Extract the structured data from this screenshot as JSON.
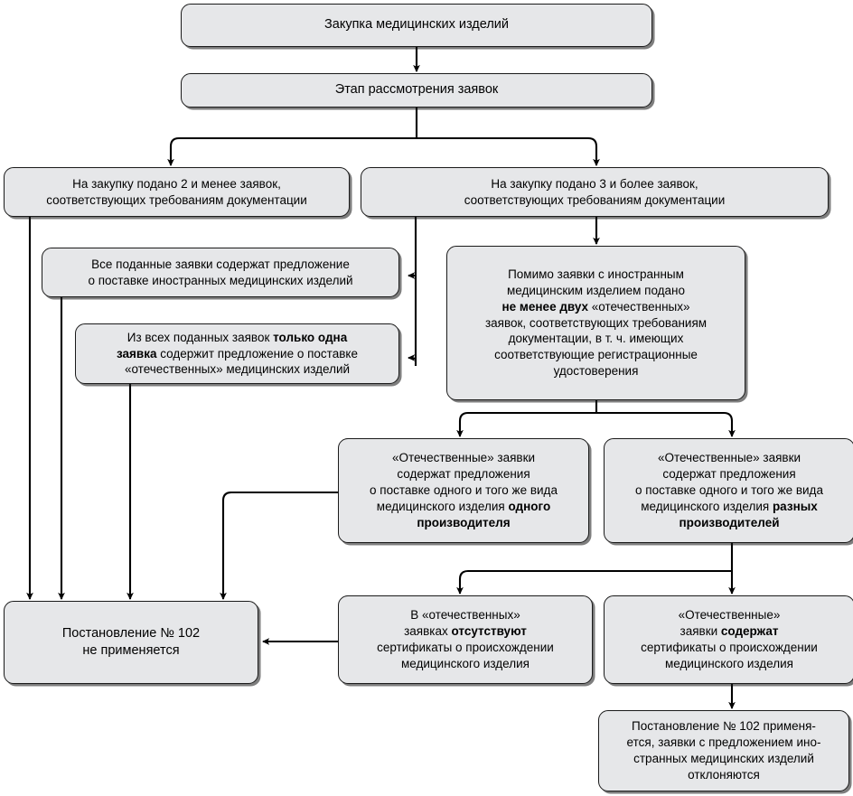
{
  "diagram": {
    "title": "Закупка медицинских изделий",
    "colors": {
      "node_fill": "#e6e7e9",
      "node_border": "#1a1a1a",
      "edge": "#000000",
      "background": "#ffffff"
    },
    "nodes": {
      "purchase": {
        "id": "purchase",
        "label": "Закупка медицинских изделий",
        "lines": [
          "Закупка медицинских изделий"
        ]
      },
      "review_stage": {
        "id": "review_stage",
        "label": "Этап рассмотрения заявок",
        "lines": [
          "Этап рассмотрения заявок"
        ]
      },
      "bids_two_or_less": {
        "id": "bids_two_or_less",
        "label": "На закупку подано 2 и менее заявок, соответствующих требованиям документации",
        "lines": [
          "На закупку подано 2 и менее заявок,",
          "соответствующих требованиям документации"
        ]
      },
      "bids_three_or_more": {
        "id": "bids_three_or_more",
        "label": "На закупку подано 3 и более заявок, соответствующих требованиям документации",
        "lines": [
          "На закупку подано 3 и более заявок,",
          "соответствующих требованиям документации"
        ]
      },
      "all_foreign": {
        "id": "all_foreign",
        "label": "Все поданные заявки содержат предложение о поставке иностранных медицинских изделий",
        "lines": [
          "Все поданные заявки содержат предложение",
          "о поставке иностранных медицинских изделий"
        ]
      },
      "only_one_domestic": {
        "id": "only_one_domestic",
        "label": "Из всех поданных заявок только одна заявка содержит предложение о поставке «отечественных» медицинских изделий",
        "html": "Из всех поданных заявок <b>только одна</b>\n<b>заявка</b> содержит предложение о поставке\n«отечественных» медицинских изделий"
      },
      "at_least_two_domestic": {
        "id": "at_least_two_domestic",
        "label": "Помимо заявки с иностранным медицинским изделием подано не менее двух «отечественных» заявок, соответствующих требованиям документации, в т. ч. имеющих соответствующие регистрационные удостоверения",
        "html": "Помимо заявки с иностранным\nмедицинским изделием подано\n<b>не менее двух</b> «отечественных»\nзаявок, соответствующих требованиям\nдокументации, в т. ч. имеющих\nсоответствующие регистрационные\nудостоверения"
      },
      "same_manufacturer": {
        "id": "same_manufacturer",
        "label": "«Отечественные» заявки содержат предложения о поставке одного и того же вида медицинского изделия одного производителя",
        "html": "«Отечественные» заявки\nсодержат предложения\nо поставке одного и того же вида\nмедицинского изделия <b>одного</b>\n<b>производителя</b>"
      },
      "different_manufacturers": {
        "id": "different_manufacturers",
        "label": "«Отечественные» заявки содержат предложения о поставке одного и того же вида медицинского изделия разных производителей",
        "html": "«Отечественные» заявки\nсодержат предложения\nо поставке одного и того же вида\nмедицинского изделия <b>разных</b>\n<b>производителей</b>"
      },
      "resolution_not_applied": {
        "id": "resolution_not_applied",
        "label": "Постановление № 102 не применяется",
        "lines": [
          "Постановление № 102",
          "не применяется"
        ]
      },
      "no_certificates": {
        "id": "no_certificates",
        "label": "В «отечественных» заявках отсутствуют сертификаты о происхождении медицинского изделия",
        "html": "В «отечественных»\nзаявках <b>отсутствуют</b>\nсертификаты о происхождении\nмедицинского изделия"
      },
      "has_certificates": {
        "id": "has_certificates",
        "label": "«Отечественные» заявки содержат сертификаты о происхождении медицинского изделия",
        "html": "«Отечественные»\nзаявки <b>содержат</b>\nсертификаты о происхождении\nмедицинского изделия"
      },
      "resolution_applied": {
        "id": "resolution_applied",
        "label": "Постановление № 102 применяется, заявки с предложением иностранных медицинских изделий отклоняются",
        "lines": [
          "Постановление № 102 применя-",
          "ется, заявки с предложением ино-",
          "странных медицинских изделий",
          "отклоняются"
        ]
      }
    },
    "edges": [
      {
        "from": "purchase",
        "to": "review_stage",
        "kind": "straight-down"
      },
      {
        "from": "review_stage",
        "to": "bids_two_or_less",
        "kind": "fork-left"
      },
      {
        "from": "review_stage",
        "to": "bids_three_or_more",
        "kind": "fork-right"
      },
      {
        "from": "bids_two_or_less",
        "to": "resolution_not_applied",
        "kind": "straight-down"
      },
      {
        "from": "bids_three_or_more",
        "to": "all_foreign",
        "kind": "elbow-left"
      },
      {
        "from": "bids_three_or_more",
        "to": "only_one_domestic",
        "kind": "elbow-left"
      },
      {
        "from": "bids_three_or_more",
        "to": "at_least_two_domestic",
        "kind": "straight-down"
      },
      {
        "from": "all_foreign",
        "to": "resolution_not_applied",
        "kind": "straight-down"
      },
      {
        "from": "only_one_domestic",
        "to": "resolution_not_applied",
        "kind": "straight-down"
      },
      {
        "from": "at_least_two_domestic",
        "to": "same_manufacturer",
        "kind": "fork-left"
      },
      {
        "from": "at_least_two_domestic",
        "to": "different_manufacturers",
        "kind": "fork-right"
      },
      {
        "from": "same_manufacturer",
        "to": "resolution_not_applied",
        "kind": "elbow-left-down"
      },
      {
        "from": "different_manufacturers",
        "to": "no_certificates",
        "kind": "fork-left"
      },
      {
        "from": "different_manufacturers",
        "to": "has_certificates",
        "kind": "fork-right"
      },
      {
        "from": "no_certificates",
        "to": "resolution_not_applied",
        "kind": "arrow-left"
      },
      {
        "from": "has_certificates",
        "to": "resolution_applied",
        "kind": "straight-down"
      }
    ]
  }
}
